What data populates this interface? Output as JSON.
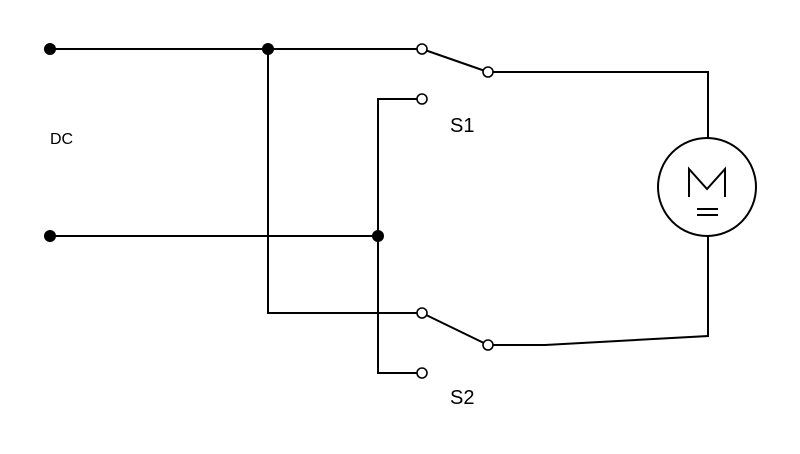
{
  "diagram": {
    "type": "circuit-schematic",
    "labels": {
      "source": "DC",
      "switch_1": "S1",
      "switch_2": "S2"
    },
    "components": [
      {
        "id": "dc-source",
        "kind": "dc-supply-terminals"
      },
      {
        "id": "s1",
        "kind": "spdt-switch"
      },
      {
        "id": "s2",
        "kind": "spdt-switch"
      },
      {
        "id": "motor",
        "kind": "dc-motor",
        "symbol": "M"
      }
    ],
    "colors": {
      "line": "#000000",
      "background": "#ffffff"
    }
  }
}
